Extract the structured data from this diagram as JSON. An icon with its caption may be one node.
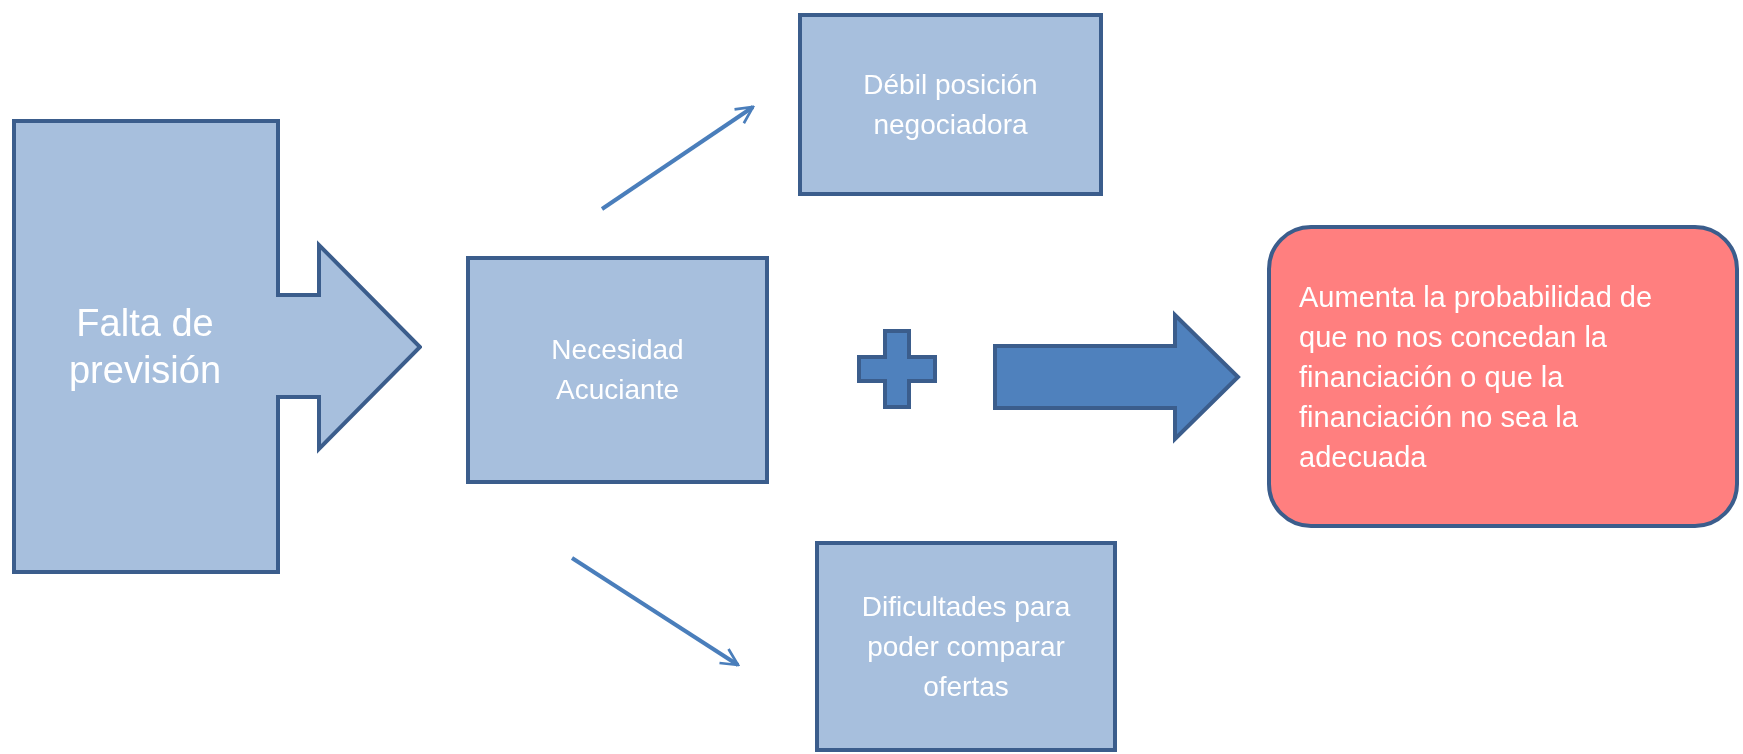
{
  "diagram": {
    "nodes": [
      {
        "text": [
          "Falta de previsión"
        ]
      },
      {
        "text": [
          "Necesidad Acuciante"
        ]
      },
      {
        "text": [
          "Débil posición negociadora"
        ]
      },
      {
        "text": [
          "Dificultades para poder comparar ofertas"
        ]
      },
      {
        "text": [],
        "shape": "plus"
      },
      {
        "text": [
          "Aumenta la probabilidad de que no nos concedan la financiación o que la financiación no sea la adecuada"
        ]
      }
    ],
    "edges": [
      {
        "from": 1,
        "to": 2,
        "arrow": "to"
      },
      {
        "from": 1,
        "to": 3,
        "arrow": "to"
      },
      {
        "from": 4,
        "to": 5,
        "arrow": "to",
        "style": "thick"
      }
    ]
  }
}
